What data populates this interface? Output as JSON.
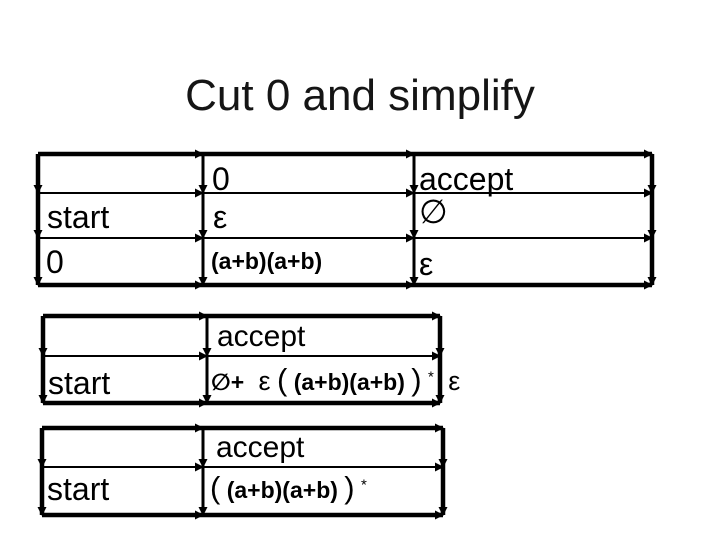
{
  "slide": {
    "title": "Cut 0 and simplify"
  },
  "colors": {
    "text": "#000000",
    "lines": "#000000",
    "background": "#ffffff"
  },
  "table1": {
    "header": {
      "col_0": "0",
      "col_accept": "accept"
    },
    "row_start": {
      "label": "start",
      "col_0": "ε",
      "col_accept": "∅"
    },
    "row_0": {
      "label": "0",
      "col_0": "(a+b)(a+b)",
      "col_accept": "ε"
    }
  },
  "table2": {
    "header": {
      "col_accept": "accept"
    },
    "row_start": {
      "label": "start",
      "formula": {
        "empty_plus": "∅+",
        "eps_left": "ε",
        "open_paren": "(",
        "core": "(a+b)(a+b)",
        "close_paren": ")",
        "star": "*",
        "eps_right": "ε"
      }
    }
  },
  "table3": {
    "header": {
      "col_accept": "accept"
    },
    "row_start": {
      "label": "start",
      "formula": {
        "open_paren": "(",
        "core": "(a+b)(a+b)",
        "close_paren": ")",
        "star": "*"
      }
    }
  }
}
